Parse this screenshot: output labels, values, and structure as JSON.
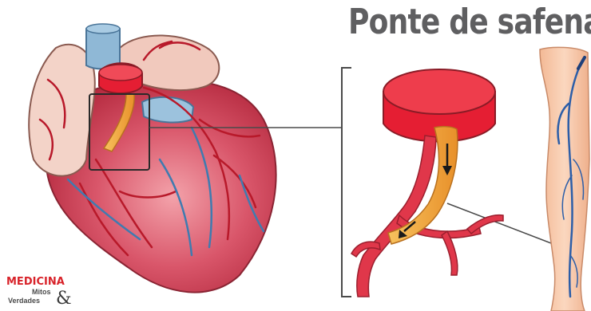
{
  "title": "Ponte de safena",
  "logo": {
    "brand": "MEDICINA",
    "line1": "Mitos",
    "line2": "Verdades",
    "amp": "&"
  },
  "colors": {
    "heart_base": "#c8364a",
    "heart_highlight": "#e77a86",
    "atrium": "#f3d3c8",
    "aorta": "#e51e33",
    "vein_blue": "#8fb8d6",
    "graft": "#f4a93c",
    "leg_skin": "#f7c6a6",
    "leg_vein": "#2c5ea8",
    "title_gray": "#5f5f61",
    "logo_red": "#d8232a"
  }
}
